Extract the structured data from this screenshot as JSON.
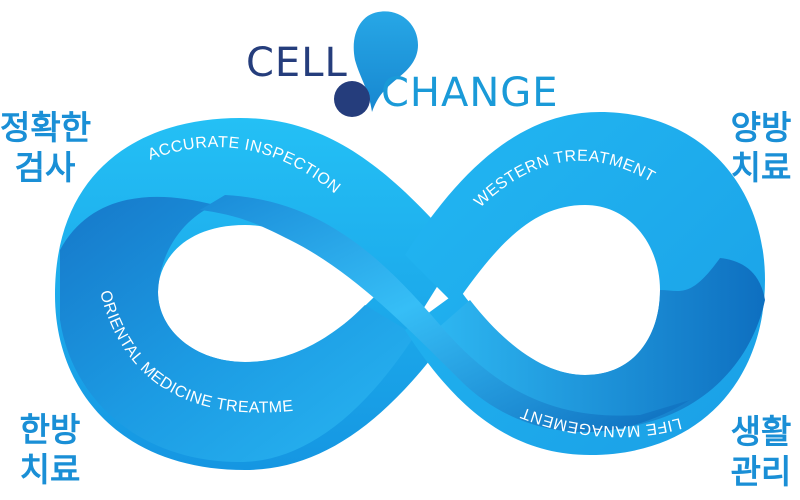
{
  "logo": {
    "word_left": "CELL",
    "word_right": "CHANGE"
  },
  "band_labels": {
    "top_left": "ACCURATE INSPECTION",
    "top_right": "WESTERN TREATMENT",
    "bottom_left": "ORIENTAL MEDICINE TREATMENT",
    "bottom_right": "LIFE MANAGEMENT"
  },
  "corner_labels": {
    "top_left": [
      "정확한",
      "검사"
    ],
    "top_right": [
      "양방",
      "치료"
    ],
    "bottom_left": [
      "한방",
      "치료"
    ],
    "bottom_right": [
      "생활",
      "관리"
    ]
  },
  "colors": {
    "logo_navy": "#253d7c",
    "logo_blue": "#1a9ad8",
    "band_light": "#2bbef5",
    "band_dark": "#0b6fbf",
    "corner_text": "#1a8fd6"
  }
}
